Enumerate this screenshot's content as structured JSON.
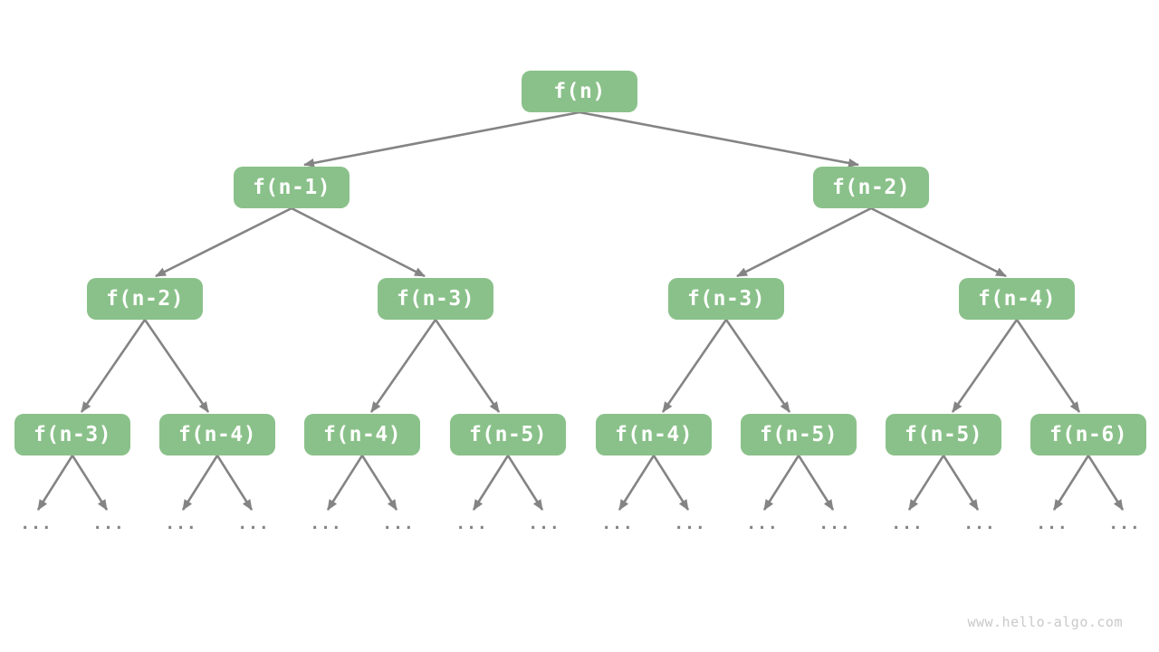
{
  "diagram": {
    "type": "tree",
    "levels": 4,
    "nodes": {
      "root": "f(n)",
      "level2": [
        "f(n-1)",
        "f(n-2)"
      ],
      "level3": [
        "f(n-2)",
        "f(n-3)",
        "f(n-3)",
        "f(n-4)"
      ],
      "level4": [
        "f(n-3)",
        "f(n-4)",
        "f(n-4)",
        "f(n-5)",
        "f(n-4)",
        "f(n-5)",
        "f(n-5)",
        "f(n-6)"
      ]
    },
    "edges": [
      [
        "f(n)",
        "f(n-1)"
      ],
      [
        "f(n)",
        "f(n-2)"
      ],
      [
        "f(n-1)",
        "f(n-2)"
      ],
      [
        "f(n-1)",
        "f(n-3)"
      ],
      [
        "f(n-2)",
        "f(n-3)"
      ],
      [
        "f(n-2)",
        "f(n-4)"
      ],
      [
        "each level-4 node",
        "two ellipsis leaves"
      ]
    ]
  },
  "ellipsis": "...",
  "watermark": "www.hello-algo.com",
  "colors": {
    "bg": "#ffffff",
    "node_fill": "#8ac18a",
    "node_text": "#ffffff",
    "edge": "#848484",
    "watermark_text": "#c9c9c9"
  }
}
